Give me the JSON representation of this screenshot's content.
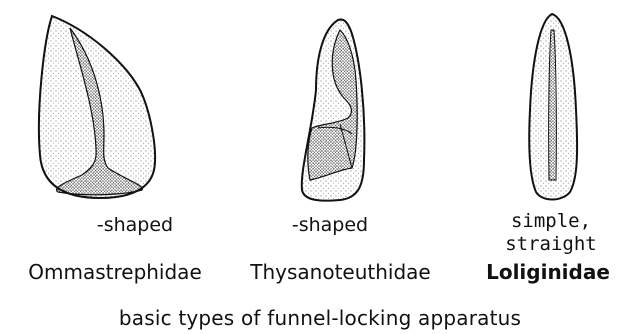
{
  "items": [
    {
      "shape": "-shaped",
      "family": "Ommastrephidae"
    },
    {
      "shape": "-shaped",
      "family": "Thysanoteuthidae"
    },
    {
      "shape_line1": "simple,",
      "shape_line2": "straight",
      "family": "Loliginidae"
    }
  ],
  "caption": "basic types of funnel-locking apparatus"
}
